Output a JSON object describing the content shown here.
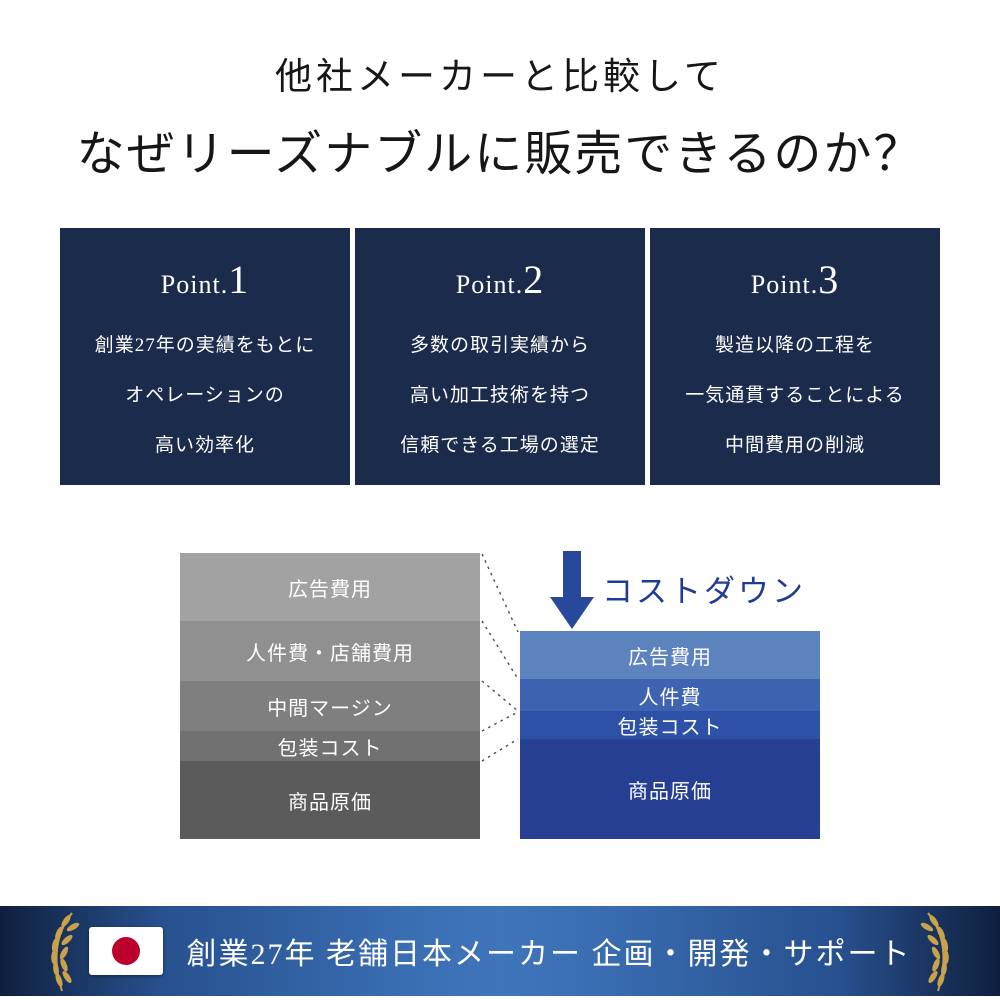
{
  "title": {
    "line1": "他社メーカーと比較して",
    "line2": "なぜリーズナブルに販売できるのか？"
  },
  "points": [
    {
      "label": "Point.",
      "number": "1",
      "lines": [
        "創業27年の実績をもとに",
        "オペレーションの",
        "高い効率化"
      ]
    },
    {
      "label": "Point.",
      "number": "2",
      "lines": [
        "多数の取引実績から",
        "高い加工技術を持つ",
        "信頼できる工場の選定"
      ]
    },
    {
      "label": "Point.",
      "number": "3",
      "lines": [
        "製造以降の工程を",
        "一気通貫することによる",
        "中間費用の削減"
      ]
    }
  ],
  "cost_diagram": {
    "arrow_label": "コストダウン",
    "left_bar": {
      "segments": [
        {
          "label": "広告費用",
          "color": "#a2a2a2",
          "height": 68
        },
        {
          "label": "人件費・店舗費用",
          "color": "#909090",
          "height": 60
        },
        {
          "label": "中間マージン",
          "color": "#7f7f7f",
          "height": 50
        },
        {
          "label": "包装コスト",
          "color": "#717171",
          "height": 30
        },
        {
          "label": "商品原価",
          "color": "#5b5b5b",
          "height": 78
        }
      ]
    },
    "right_bar": {
      "segments": [
        {
          "label": "広告費用",
          "color": "#5d83bf",
          "height": 48
        },
        {
          "label": "人件費",
          "color": "#3e63b2",
          "height": 32
        },
        {
          "label": "包装コスト",
          "color": "#2e51a8",
          "height": 28
        },
        {
          "label": "商品原価",
          "color": "#263f92",
          "height": 100
        }
      ]
    }
  },
  "footer": {
    "text": "創業27年 老舗日本メーカー 企画・開発・サポート"
  },
  "colors": {
    "point_box_bg": "#1b2b4c",
    "accent_blue": "#27489b",
    "cost_down_text": "#1e3c90",
    "gold": "#c9a24b",
    "flag_red": "#bc002d",
    "banner_edge": "#0f1f3d",
    "banner_center": "#3f75bb"
  },
  "icons": {
    "arrow": "down-arrow",
    "flag": "japan-flag",
    "laurel": "laurel-branch"
  }
}
